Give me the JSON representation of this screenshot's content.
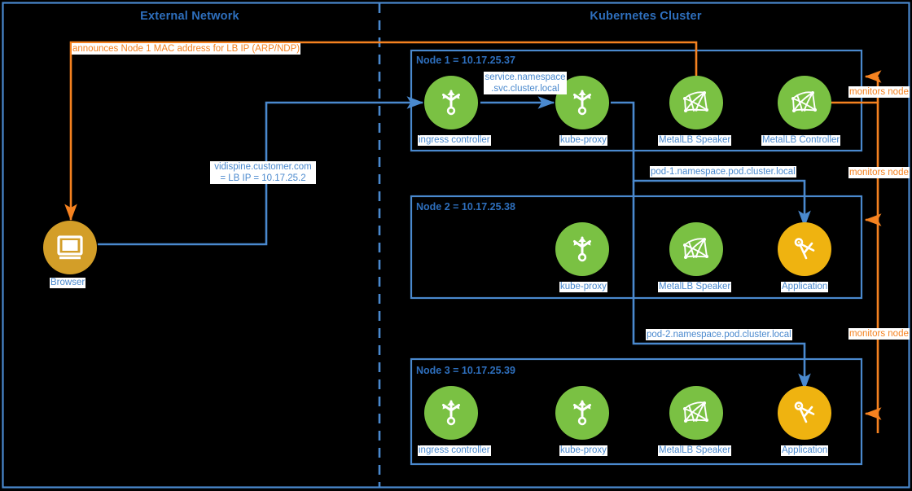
{
  "diagram": {
    "title_left": "External Network",
    "title_right": "Kubernetes Cluster",
    "colors": {
      "blue": "#4A89CE",
      "blue_dark": "#2E6FBD",
      "orange": "#F58220",
      "green": "#7AC143",
      "yellow": "#EFB310",
      "amber": "#D39E28",
      "background": "#000000"
    }
  },
  "external": {
    "arp_label": "announces Node 1 MAC address for LB IP (ARP/NDP)",
    "browser": {
      "label": "Browser",
      "icon": "browser-monitor-icon"
    },
    "lb_label_line1": "vidispine.customer.com",
    "lb_label_line2": "= LB IP = 10.17.25.2"
  },
  "cluster": {
    "nodes": [
      {
        "title": "Node 1 = 10.17.25.37",
        "pods": [
          {
            "label": "ingress controller",
            "icon": "kubernetes-helm-icon",
            "color": "green"
          },
          {
            "label": "kube-proxy",
            "icon": "kubernetes-helm-icon",
            "color": "green"
          },
          {
            "label": "MetalLB Speaker",
            "icon": "metallb-mesh-icon",
            "color": "green"
          },
          {
            "label": "MetalLB Controller",
            "icon": "metallb-mesh-icon",
            "color": "green"
          }
        ]
      },
      {
        "title": "Node 2 = 10.17.25.38",
        "pods": [
          {
            "label": "kube-proxy",
            "icon": "kubernetes-helm-icon",
            "color": "green"
          },
          {
            "label": "MetalLB Speaker",
            "icon": "metallb-mesh-icon",
            "color": "green"
          },
          {
            "label": "Application",
            "icon": "compass-app-icon",
            "color": "yellow"
          }
        ]
      },
      {
        "title": "Node 3 = 10.17.25.39",
        "pods": [
          {
            "label": "ingress controller",
            "icon": "kubernetes-helm-icon",
            "color": "green"
          },
          {
            "label": "kube-proxy",
            "icon": "kubernetes-helm-icon",
            "color": "green"
          },
          {
            "label": "MetalLB Speaker",
            "icon": "metallb-mesh-icon",
            "color": "green"
          },
          {
            "label": "Application",
            "icon": "compass-app-icon",
            "color": "yellow"
          }
        ]
      }
    ],
    "edge_labels": {
      "svc_line1": "service.namespace",
      "svc_line2": ".svc.cluster.local",
      "pod1": "pod-1.namespace.pod.cluster.local",
      "pod2": "pod-2.namespace.pod.cluster.local"
    },
    "monitors": [
      "monitors node",
      "monitors node",
      "monitors node"
    ]
  }
}
